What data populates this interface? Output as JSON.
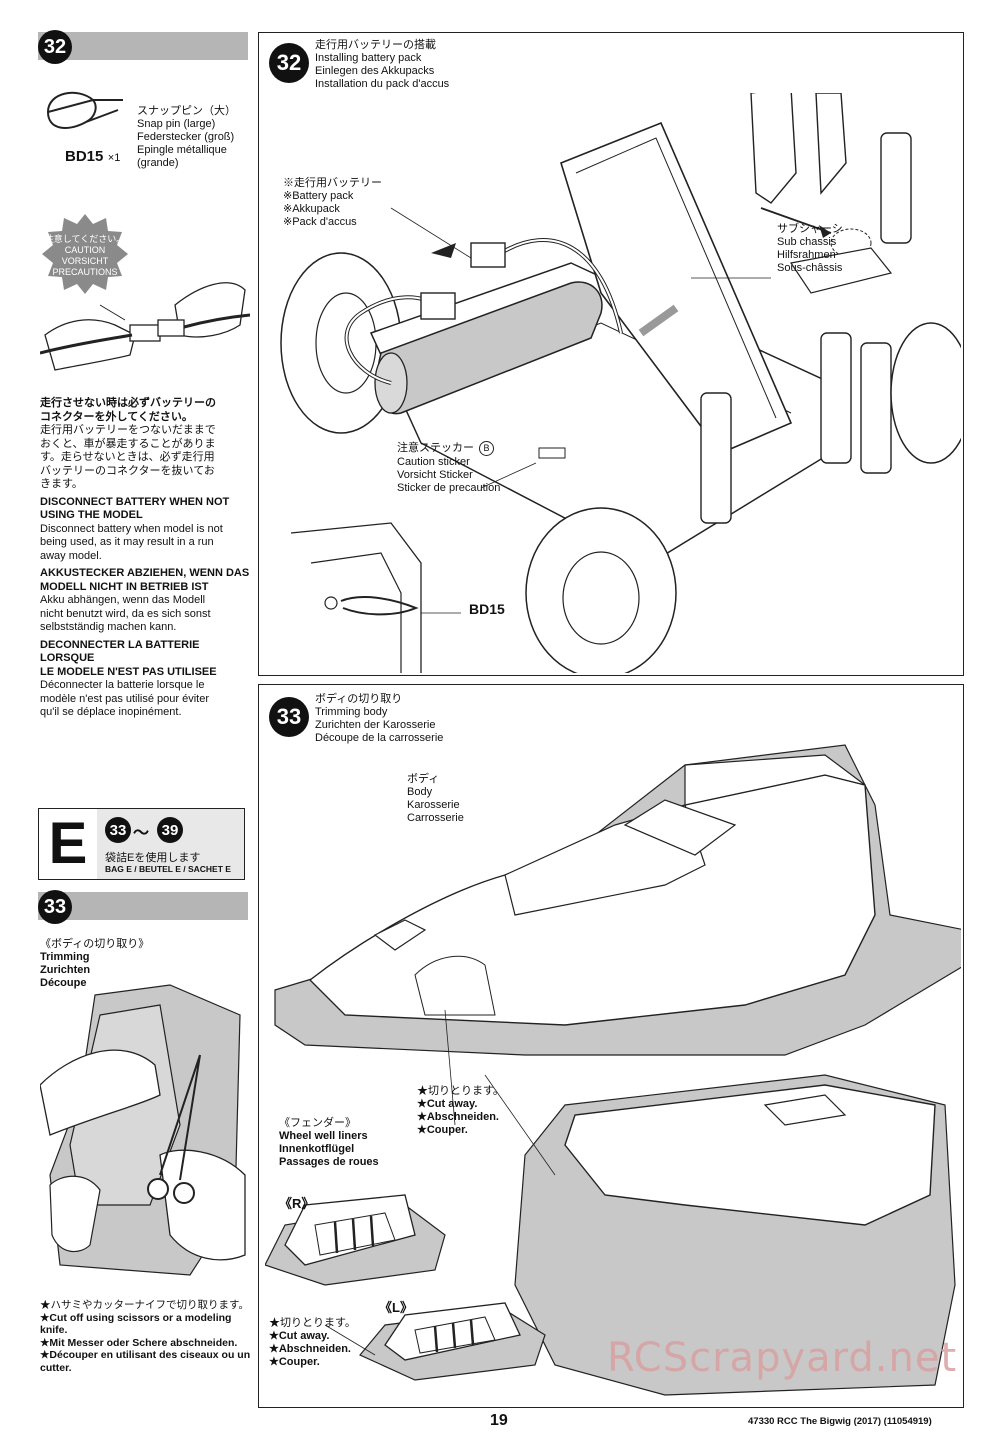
{
  "left": {
    "step32": {
      "number": "32",
      "part_jp": "スナップピン（大）",
      "part_en": "Snap pin (large)",
      "part_de": "Federstecker (groß)",
      "part_fr1": "Epingle métallique",
      "part_fr2": "(grande)",
      "part_code": "BD15",
      "part_qty": "×1"
    },
    "caution_badge": {
      "jp": "注意してください。",
      "en": "CAUTION",
      "de": "VORSICHT",
      "fr": "PRECAUTIONS"
    },
    "warning": {
      "jp_title1": "走行させない時は必ずバッテリーの",
      "jp_title2": "コネクターを外してください。",
      "jp_body1": "走行用バッテリーをつないだままで",
      "jp_body2": "おくと、車が暴走することがありま",
      "jp_body3": "す。走らせないときは、必ず走行用",
      "jp_body4": "バッテリーのコネクターを抜いてお",
      "jp_body5": "きます。",
      "en_title1": "DISCONNECT BATTERY WHEN NOT",
      "en_title2": "USING THE MODEL",
      "en_body1": "Disconnect battery when model is not",
      "en_body2": "being used, as it may result in a run",
      "en_body3": "away model.",
      "de_title1": "AKKUSTECKER ABZIEHEN, WENN DAS",
      "de_title2": "MODELL NICHT IN BETRIEB IST",
      "de_body1": "Akku abhängen, wenn das Modell",
      "de_body2": "nicht benutzt wird, da es sich sonst",
      "de_body3": "selbstständig machen kann.",
      "fr_title1": "DECONNECTER LA BATTERIE LORSQUE",
      "fr_title2": "LE MODELE N'EST PAS UTILISEE",
      "fr_body1": "Déconnecter la batterie lorsque le",
      "fr_body2": "modèle n'est pas utilisé pour éviter",
      "fr_body3": "qu'il se déplace inopinément."
    },
    "bag": {
      "letter": "E",
      "from": "33",
      "tilde": "〜",
      "to": "39",
      "jp": "袋詰Eを使用します",
      "en": "BAG E / BEUTEL E / SACHET E"
    },
    "step33": {
      "number": "33",
      "jp": "《ボディの切り取り》",
      "en": "Trimming",
      "de": "Zurichten",
      "fr": "Découpe",
      "note_jp": "★ハサミやカッターナイフで切り取ります。",
      "note_en1": "★Cut off using scissors or a modeling",
      "note_en2": "knife.",
      "note_de": "★Mit Messer oder Schere abschneiden.",
      "note_fr1": "★Découper en utilisant des ciseaux ou un",
      "note_fr2": "cutter."
    }
  },
  "panel32": {
    "number": "32",
    "title_jp": "走行用バッテリーの搭載",
    "title_en": "Installing battery pack",
    "title_de": "Einlegen des Akkupacks",
    "title_fr": "Installation du pack d'accus",
    "battery_jp": "※走行用バッテリー",
    "battery_en": "※Battery pack",
    "battery_de": "※Akkupack",
    "battery_fr": "※Pack d'accus",
    "subchassis_jp": "サブシャーシ",
    "subchassis_en": "Sub chassis",
    "subchassis_de": "Hilfsrahmen",
    "subchassis_fr": "Sous-châssis",
    "sticker_jp": "注意ステッカー",
    "sticker_letter": "B",
    "sticker_en": "Caution sticker",
    "sticker_de": "Vorsicht Sticker",
    "sticker_fr": "Sticker de precaution",
    "bd15": "BD15"
  },
  "panel33": {
    "number": "33",
    "title_jp": "ボディの切り取り",
    "title_en": "Trimming body",
    "title_de": "Zurichten der Karosserie",
    "title_fr": "Découpe de la carrosserie",
    "body_jp": "ボディ",
    "body_en": "Body",
    "body_de": "Karosserie",
    "body_fr": "Carrosserie",
    "cut1_jp": "★切りとります。",
    "cut1_en": "★Cut away.",
    "cut1_de": "★Abschneiden.",
    "cut1_fr": "★Couper.",
    "fender_jp": "《フェンダー》",
    "fender_en": "Wheel well liners",
    "fender_de": "Innenkotflügel",
    "fender_fr": "Passages de roues",
    "r_label": "《R》",
    "l_label": "《L》",
    "cut2_jp": "★切りとります。",
    "cut2_en": "★Cut away.",
    "cut2_de": "★Abschneiden.",
    "cut2_fr": "★Couper."
  },
  "footer": {
    "page": "19",
    "doc": "47330 RCC The Bigwig (2017) (11054919)",
    "watermark": "RCScrapyard.net"
  }
}
